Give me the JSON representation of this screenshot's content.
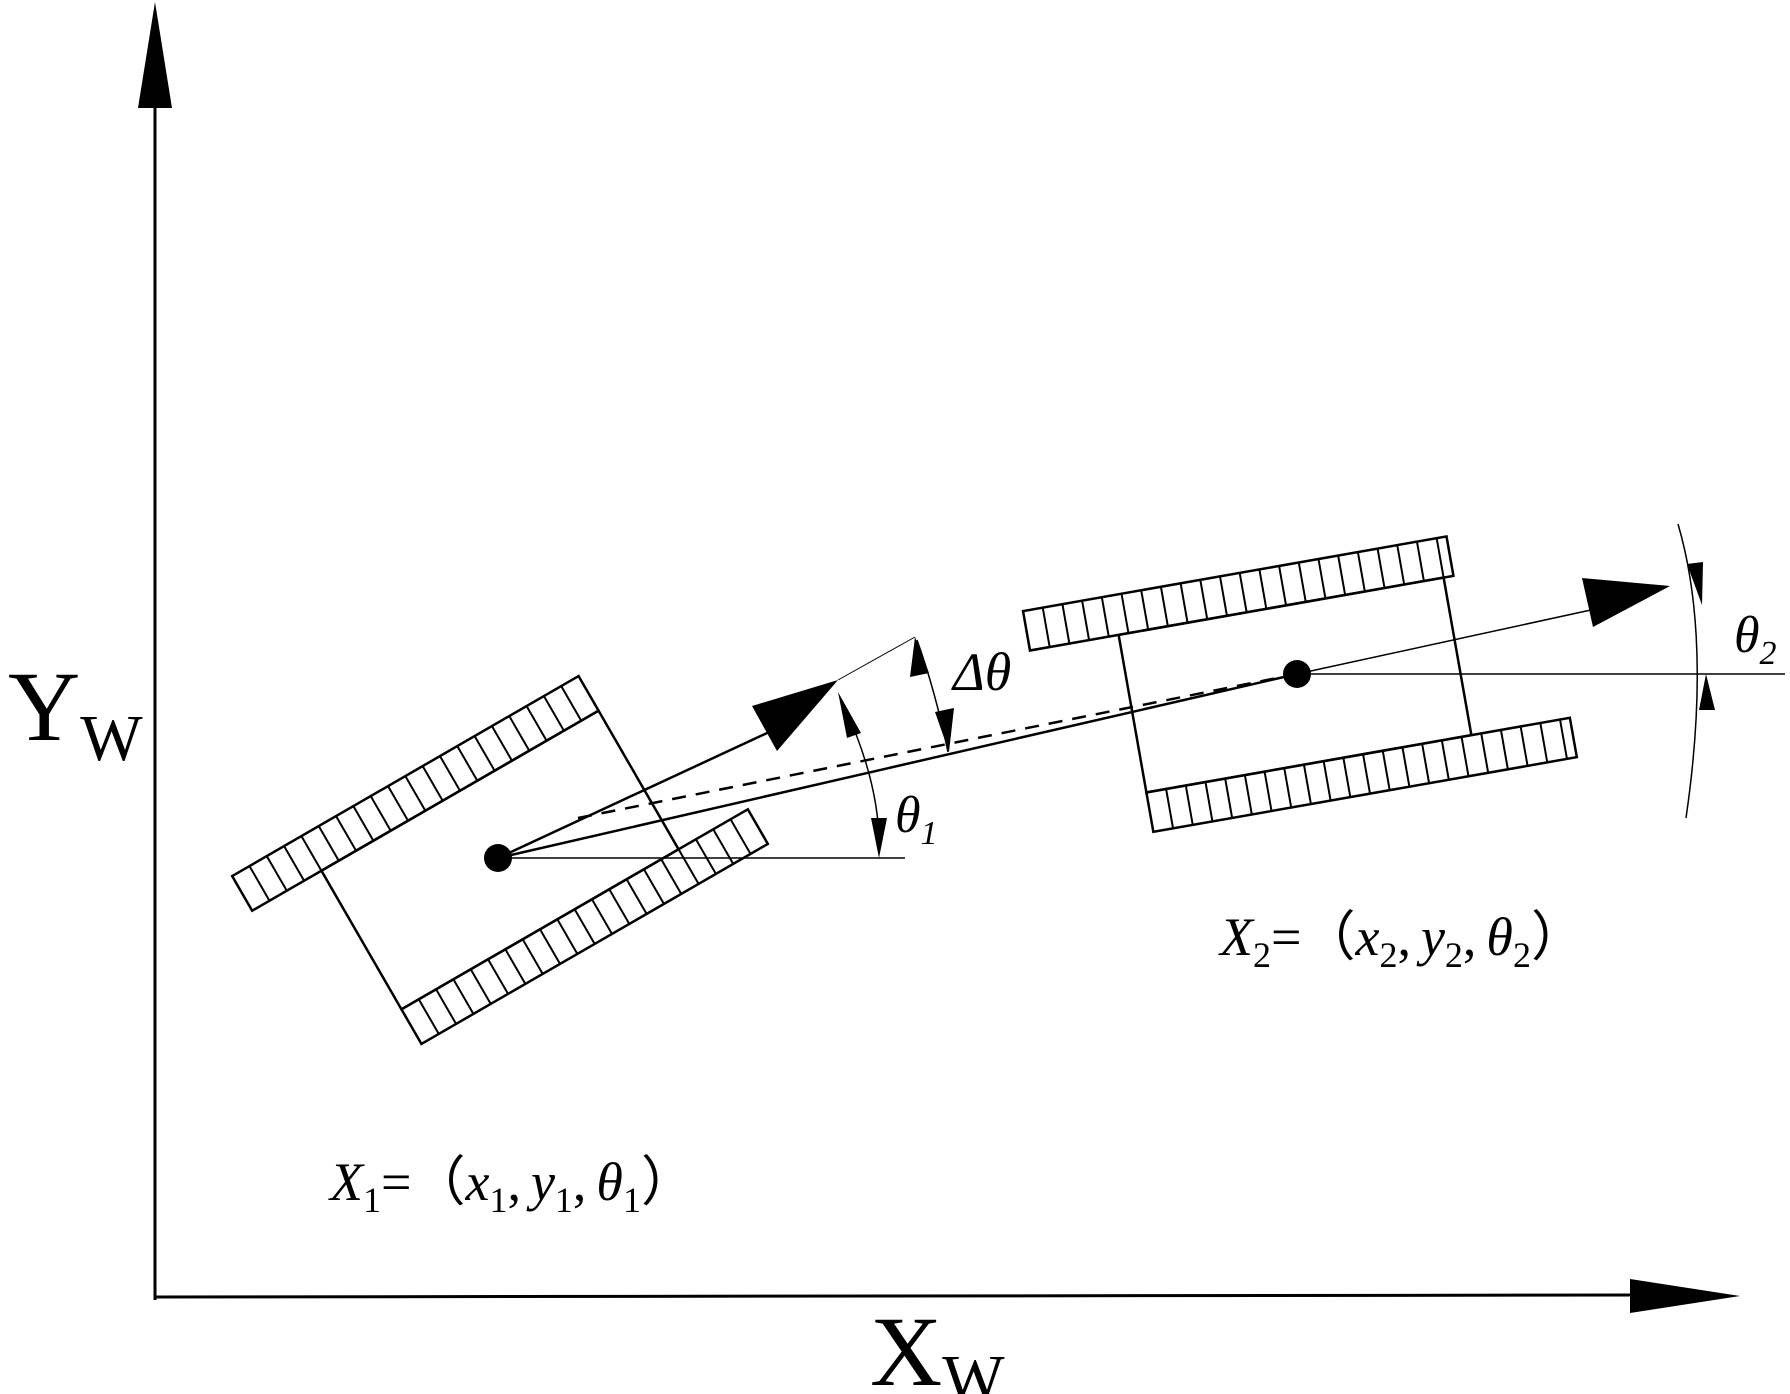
{
  "axes": {
    "y_label": "Y",
    "y_sub": "W",
    "x_label": "X",
    "x_sub": "W"
  },
  "robot1": {
    "state_var": "X",
    "state_idx": "1",
    "eq": "=（",
    "x_var": "x",
    "x_idx": "1",
    "sep1": ",",
    "y_var": "y",
    "y_idx": "1",
    "sep2": ",",
    "t_var": "θ",
    "t_idx": "1",
    "close": "）",
    "heading_label": "θ",
    "heading_idx": "1"
  },
  "robot2": {
    "state_var": "X",
    "state_idx": "2",
    "eq": "=（",
    "x_var": "x",
    "x_idx": "2",
    "sep1": ",",
    "y_var": "y",
    "y_idx": "2",
    "sep2": ",",
    "t_var": "θ",
    "t_idx": "2",
    "close": "）",
    "heading_label": "θ",
    "heading_idx": "2"
  },
  "delta_label": "Δθ",
  "colors": {
    "ink": "#000000",
    "background": "#ffffff"
  }
}
